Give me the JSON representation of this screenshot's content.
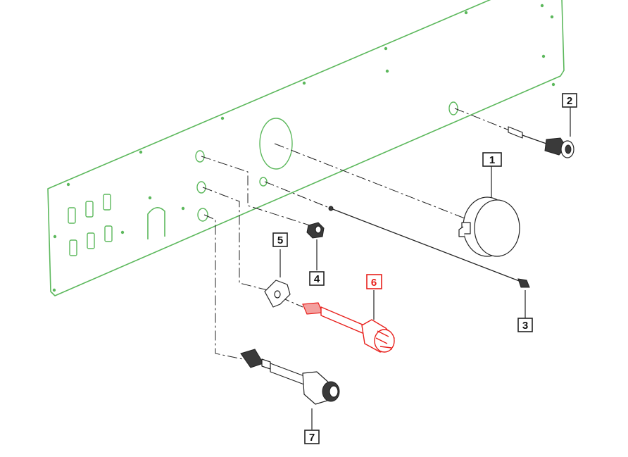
{
  "callouts": [
    {
      "id": "1",
      "highlighted": false
    },
    {
      "id": "2",
      "highlighted": false
    },
    {
      "id": "3",
      "highlighted": false
    },
    {
      "id": "4",
      "highlighted": false
    },
    {
      "id": "5",
      "highlighted": false
    },
    {
      "id": "6",
      "highlighted": true
    },
    {
      "id": "7",
      "highlighted": false
    }
  ],
  "colors": {
    "panel": "#5cb85c",
    "highlight": "#e8201c",
    "line": "#222222"
  }
}
